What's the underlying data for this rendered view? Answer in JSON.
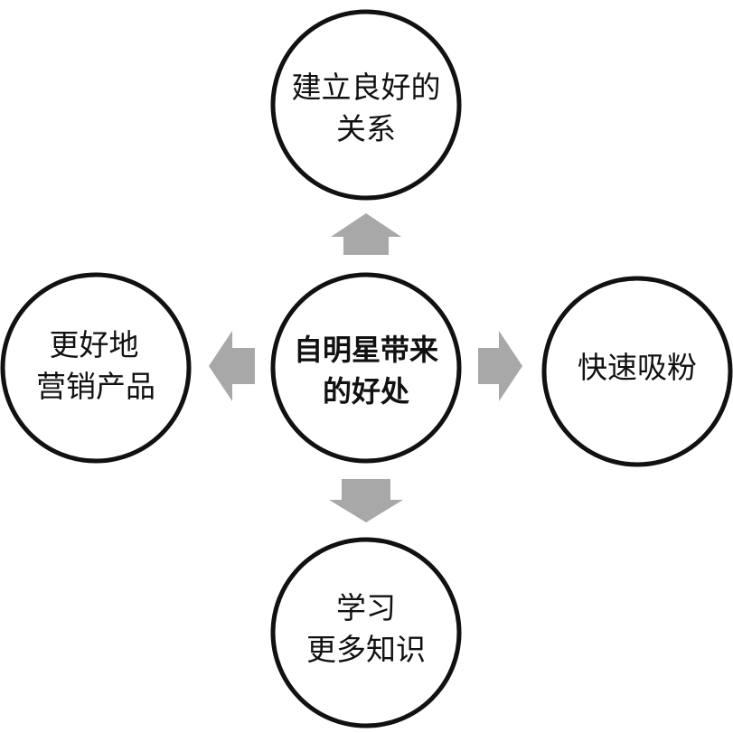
{
  "center": {
    "lines": [
      "自明星带来",
      "的好处"
    ]
  },
  "nodes": {
    "top": {
      "lines": [
        "建立良好的",
        "关系"
      ]
    },
    "left": {
      "lines": [
        "更好地",
        "营销产品"
      ]
    },
    "right": {
      "lines": [
        "快速吸粉"
      ]
    },
    "bottom": {
      "lines": [
        "学习",
        "更多知识"
      ]
    }
  },
  "colors": {
    "circle_stroke": "#111111",
    "circle_fill": "#ffffff",
    "arrow_fill": "#a8a8a8",
    "text": "#111111"
  }
}
